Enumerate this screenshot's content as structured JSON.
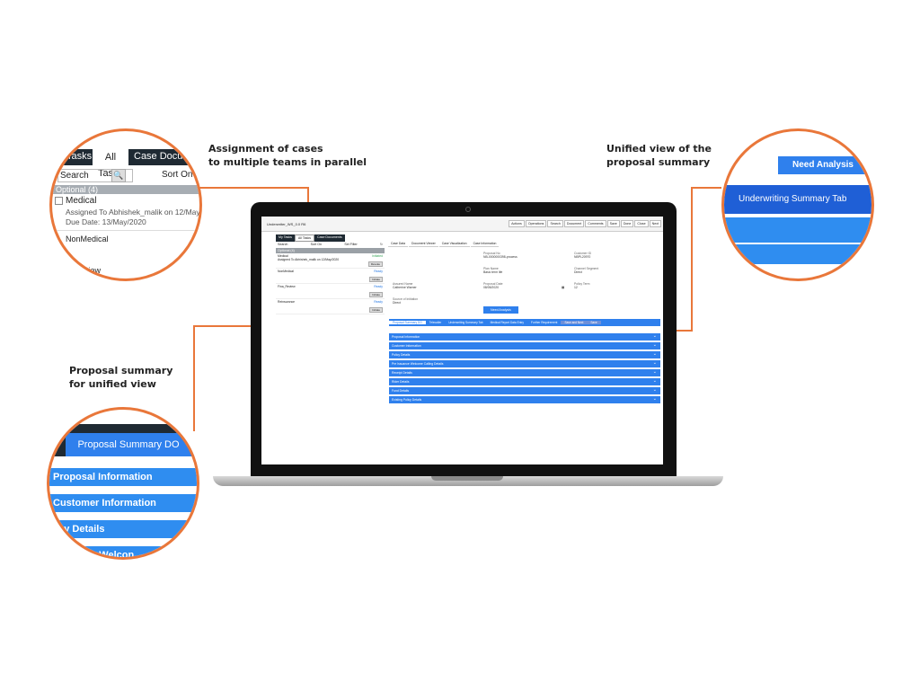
{
  "callouts": {
    "assignment": [
      "Assignment of cases",
      "to multiple teams in parallel"
    ],
    "unified": [
      "Unified view of the",
      "proposal summary"
    ],
    "proposal": [
      "Proposal summary",
      "for unified view"
    ]
  },
  "zoom_tasks": {
    "tabs": [
      "Tasks",
      "All Tasks",
      "Case Documen"
    ],
    "search_label": "Search",
    "sort_label": "Sort On",
    "optional_header": "Optional (4)",
    "item1_title": "Medical",
    "item1_assigned": "Assigned To Abhishek_malik on 12/May/2020",
    "item1_due": "Due Date:  13/May/2020",
    "item2_title": "NonMedical",
    "partial_text": "view"
  },
  "zoom_summary": {
    "need_analysis": "Need Analysis",
    "underwriting_tab": "Underwriting Summary Tab"
  },
  "zoom_proposal": {
    "tab": "Proposal Summary DO",
    "rows": [
      "Proposal Information",
      "Customer Information",
      "licy Details",
      "ce Welcon"
    ]
  },
  "screen": {
    "title": "Underwriter_WS_0.0 R6",
    "actions": [
      "Actions",
      "Operations",
      "Search",
      "Document",
      "Comments",
      "Save",
      "Done",
      "Close",
      "Next"
    ],
    "left_tabs": [
      "My Tasks",
      "All Tasks",
      "Case Documents"
    ],
    "search": "Search",
    "sort": "Sort On",
    "filter": "Set Filter",
    "optional": "Optional (4)",
    "tasks": [
      {
        "name": "Medical",
        "status": "Initiated",
        "sub": "Assigned To Abhishek_malik on 12/May/2020",
        "due": "Due Date: 13/May/2020",
        "btn": "Revoke"
      },
      {
        "name": "NonMedical",
        "status": "Ready",
        "btn": "Initiate"
      },
      {
        "name": "Fina_Review",
        "status": "Ready",
        "btn": "Initiate"
      },
      {
        "name": "Reinsurance",
        "status": "Ready",
        "btn": "Initiate"
      }
    ],
    "main_tabs": [
      "Case Data",
      "Document Viewer",
      "Case Visualization",
      "Case Information"
    ],
    "fields": {
      "proposal_no_label": "Proposal No",
      "proposal_no": "NB-0000000398-process",
      "customer_id_label": "Customer ID",
      "customer_id": "NBPL20970",
      "plan_name_label": "Plan Name",
      "plan_name": "Basic term life",
      "channel_label": "Channel Segment",
      "channel": "Direct",
      "assured_label": "Assured Name",
      "assured": "Catherine  Warner",
      "proposal_date_label": "Proposal Date",
      "proposal_date": "08/05/2020",
      "policy_term_label": "Policy Term",
      "policy_term": "12",
      "source_label": "Source of Initiation",
      "source": "Direct"
    },
    "need_analysis": "Need Analysis",
    "subtabs": [
      "Proposal Summary DO",
      "Telecaller",
      "Underwriting Summary Tab",
      "Medical Report Data Entry",
      "Further Requirement",
      "Save and Next",
      "Save"
    ],
    "accordions": [
      "Proposal Information",
      "Customer Information",
      "Policy Details",
      "Pre Issuance Welcome Calling Details",
      "Receipt Details",
      "Rider Details",
      "Fund Details",
      "Existing Policy Details"
    ]
  }
}
